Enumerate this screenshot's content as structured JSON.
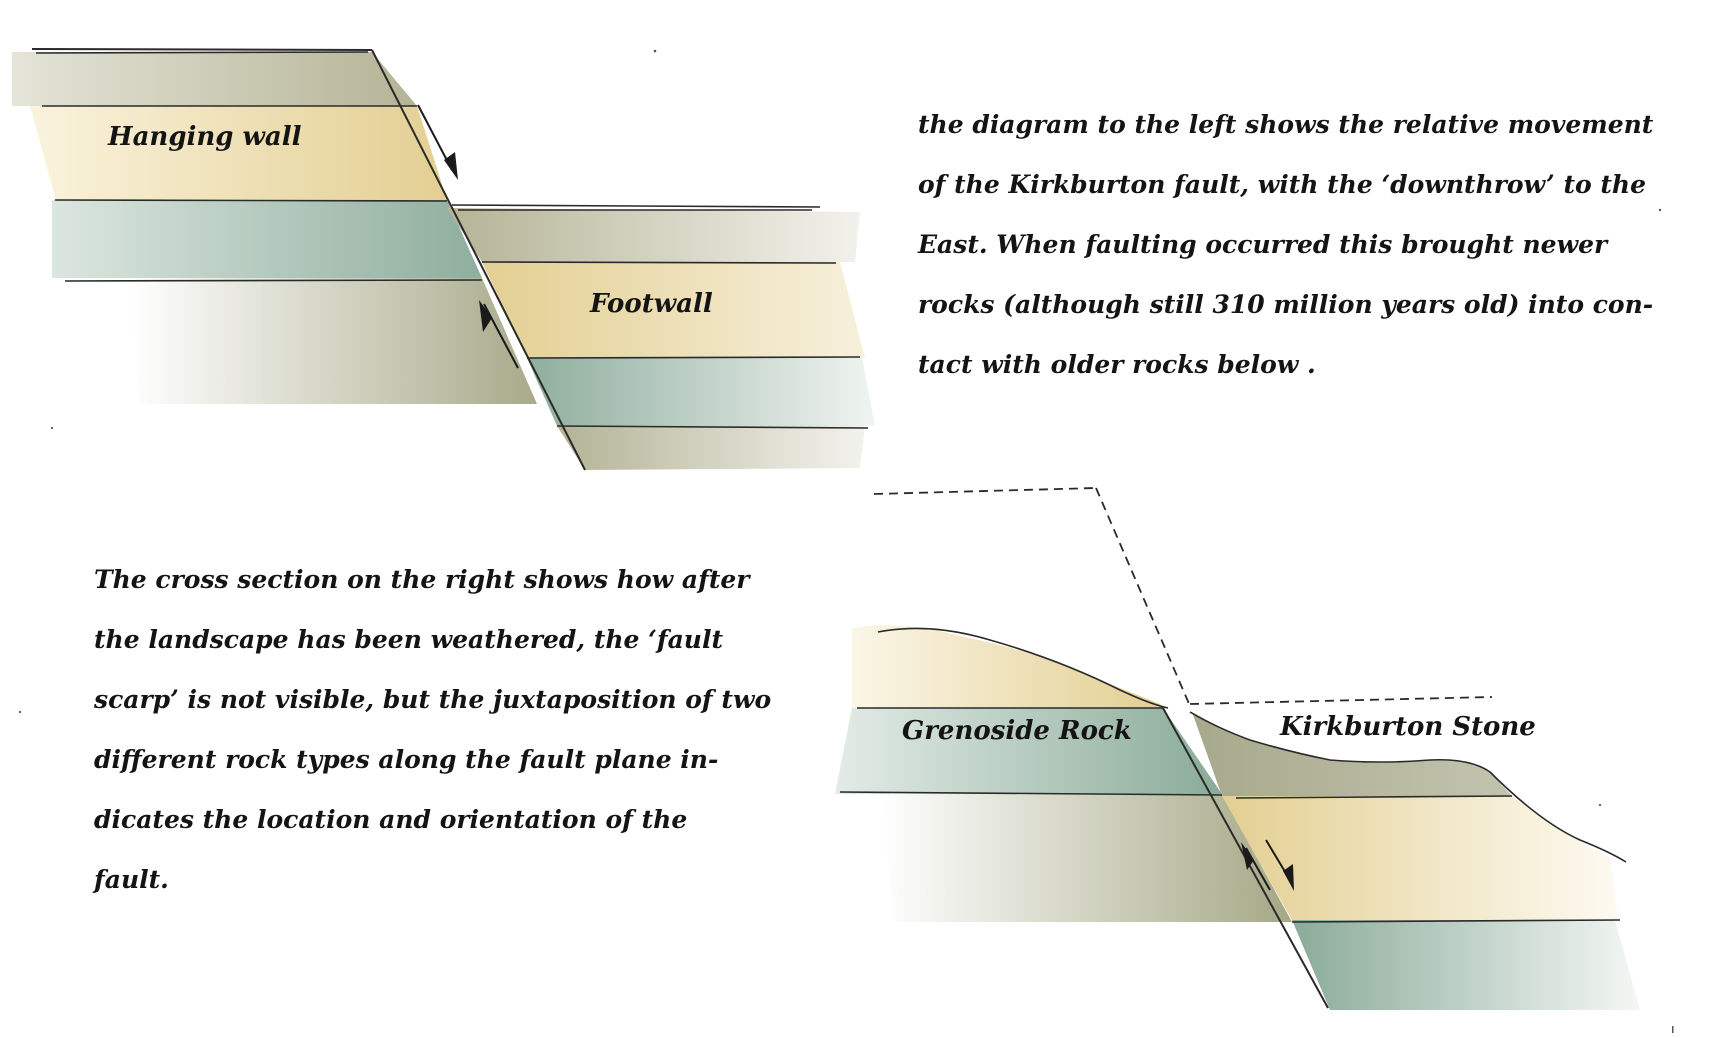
{
  "top_diagram": {
    "hanging_wall_label": "Hanging wall",
    "footwall_label": "Footwall"
  },
  "top_text": {
    "lines": [
      "the diagram to the left shows the relative movement",
      "of the Kirkburton fault, with the ‘downthrow’ to the",
      "East. When faulting occurred this brought newer",
      "rocks (although still 310 million years old) into con-",
      "tact with older rocks below ."
    ]
  },
  "bottom_text": {
    "lines": [
      "The cross section on the right shows how after",
      "the landscape has been weathered, the ‘fault",
      "scarp’ is not visible, but the juxtaposition of two",
      "different rock types along the fault plane in-",
      "dicates the location and orientation of the",
      "fault."
    ]
  },
  "bottom_diagram": {
    "left_rock_label": "Grenoside Rock",
    "right_rock_label": "Kirkburton Stone"
  },
  "colors": {
    "sandstone": "#e3cf92",
    "teal_layer": "#8fae9e",
    "olive_layer": "#b5b496",
    "ink": "#141414"
  }
}
